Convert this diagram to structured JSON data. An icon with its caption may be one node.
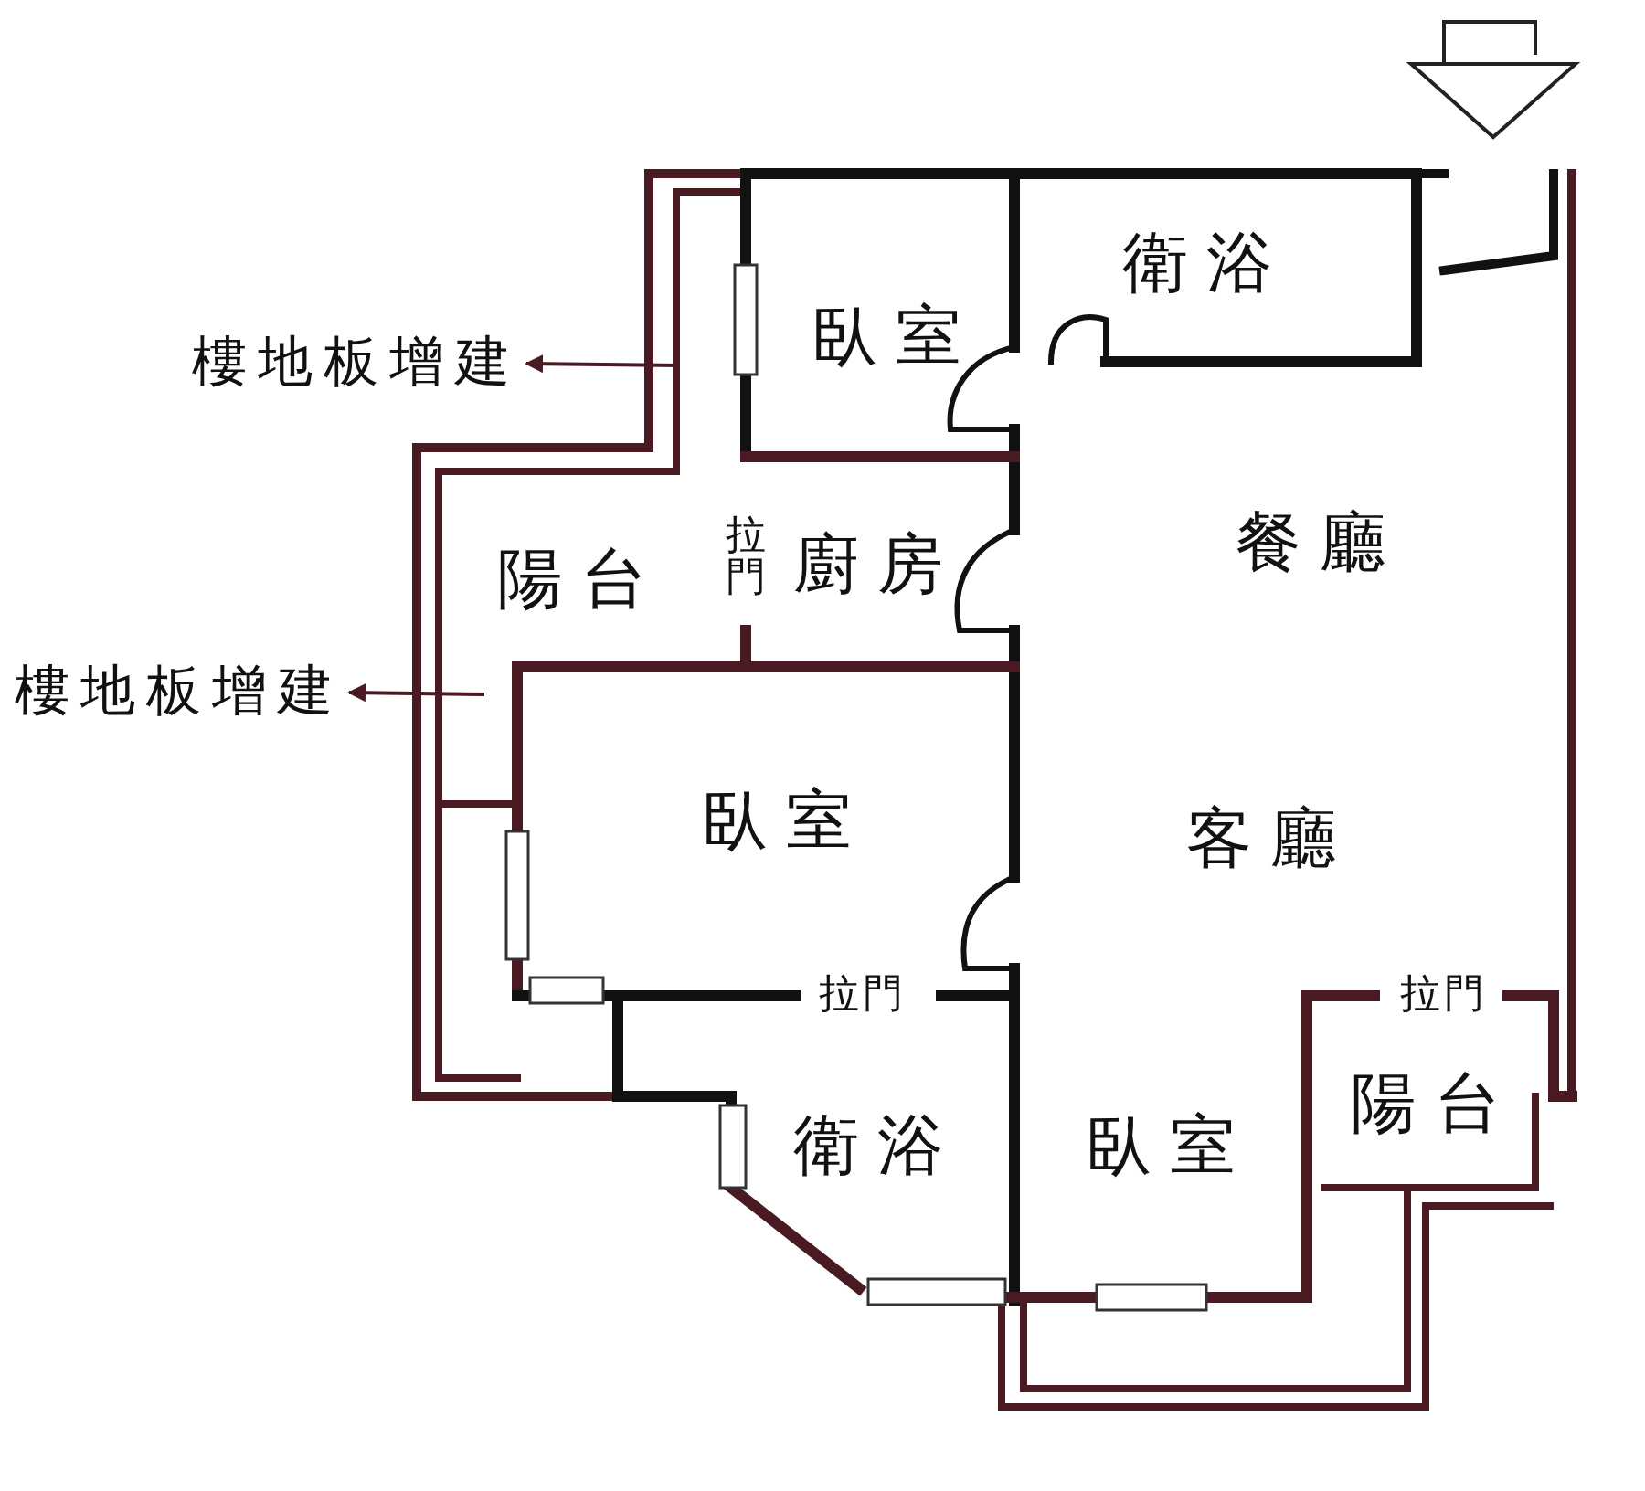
{
  "diagram": {
    "nodes": [
      {
        "text": [
          "樓地板增建"
        ]
      },
      {
        "text": [
          "樓地板增建"
        ]
      }
    ],
    "edges": [
      {
        "from": null,
        "to": 0,
        "arrow": "to"
      },
      {
        "from": null,
        "to": 1,
        "arrow": "to"
      }
    ],
    "labels": [
      "臥室",
      "衛浴",
      "陽台",
      "拉門",
      "廚房",
      "餐廳",
      "臥室",
      "客廳",
      "拉門",
      "拉門",
      "衛浴",
      "臥室",
      "陽台"
    ]
  }
}
